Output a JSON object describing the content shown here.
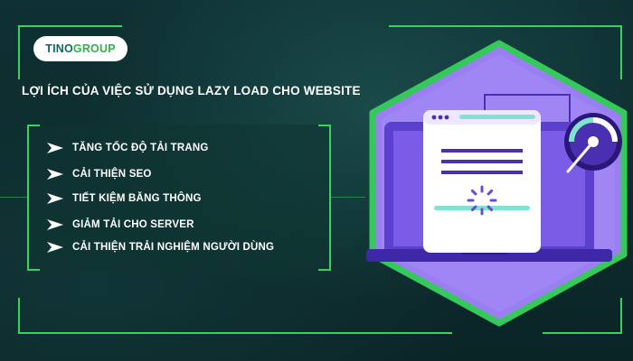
{
  "brand": {
    "part1": "TINO",
    "part2": "GROUP"
  },
  "headline": "LỢI ÍCH CỦA VIỆC SỬ DỤNG LAZY LOAD CHO WEBSITE",
  "benefits": [
    "TĂNG TỐC ĐỘ TẢI TRANG",
    "CẢI THIỆN SEO",
    "TIẾT KIỆM BĂNG THÔNG",
    "GIẢM TẢI CHO SERVER",
    "CẢI THIỆN TRẢI NGHIỆM NGƯỜI DÙNG"
  ],
  "icons": [
    "arrow-icon",
    "laptop-icon",
    "loading-spinner-icon",
    "speedometer-icon"
  ],
  "colors": {
    "background": "#0d2a2c",
    "accent_green": "#3bd15f",
    "hexagon_purple": "#9b7ff2",
    "laptop_violet": "#6a4bd8",
    "teal": "#7fe3cf"
  }
}
